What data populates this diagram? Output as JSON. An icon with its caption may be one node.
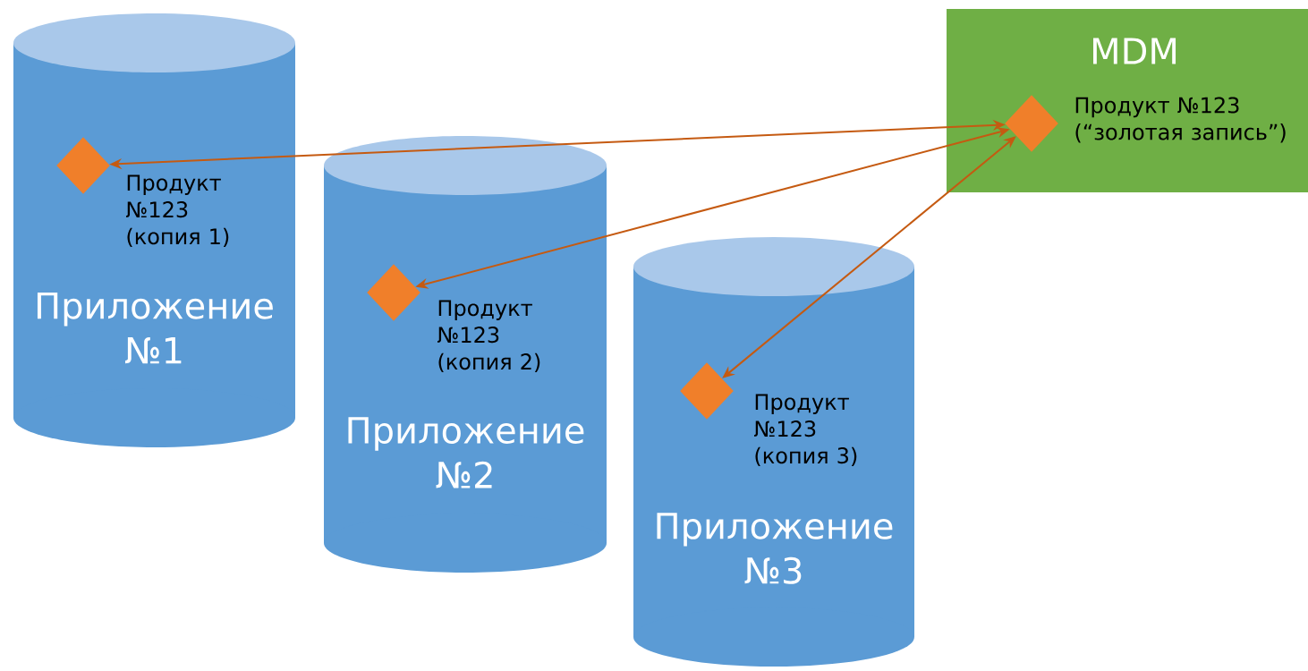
{
  "diagram": {
    "nodes": [
      {
        "text": [
          "Приложение №1"
        ]
      },
      {
        "text": [],
        "shape": "diamond",
        "in": 0,
        "beside": [
          "Продукт №123 (копия 1)"
        ]
      },
      {
        "text": [
          "Приложение №2"
        ]
      },
      {
        "text": [],
        "shape": "diamond",
        "in": 2,
        "beside": [
          "Продукт №123 (копия 2)"
        ]
      },
      {
        "text": [
          "Приложение №3"
        ]
      },
      {
        "text": [],
        "shape": "diamond",
        "in": 4,
        "beside": [
          "Продукт №123 (копия 3)"
        ]
      },
      {
        "text": [
          "MDM"
        ]
      },
      {
        "text": [],
        "shape": "diamond",
        "in": 6,
        "beside": [
          "Продукт №123 (“золотая запись”)"
        ]
      }
    ],
    "edges": [
      {
        "from": 7,
        "to": 1,
        "arrow": "both"
      },
      {
        "from": 7,
        "to": 3,
        "arrow": "both"
      },
      {
        "from": 7,
        "to": 5,
        "arrow": "both"
      }
    ]
  }
}
